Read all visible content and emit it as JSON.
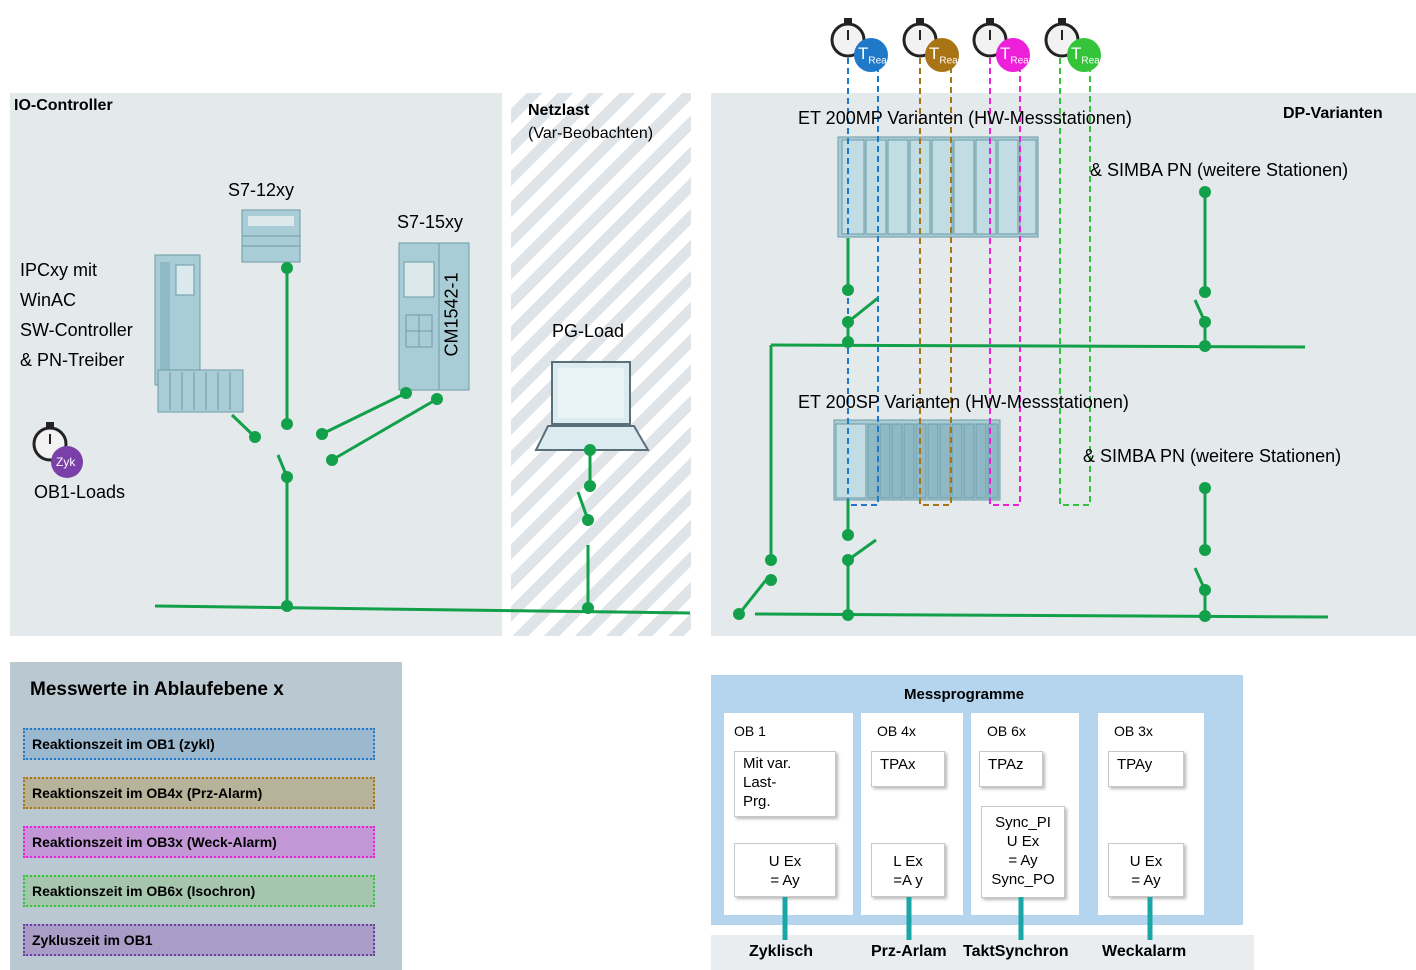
{
  "sections": {
    "io_controller": "IO-Controller",
    "netzlast_title": "Netzlast",
    "netzlast_sub": "(Var-Beobachten)",
    "dp_varianten": "DP-Varianten"
  },
  "devices": {
    "s7_12xy": "S7-12xy",
    "s7_15xy": "S7-15xy",
    "cm1542": "CM1542-1",
    "ipc_line1": "IPCxy mit",
    "ipc_line2": "WinAC",
    "ipc_line3": "SW-Controller",
    "ipc_line4": "& PN-Treiber",
    "ob1_loads": "OB1-Loads",
    "pg_load": "PG-Load",
    "et200mp": "ET 200MP Varianten (HW-Messstationen)",
    "et200sp": "ET 200SP Varianten (HW-Messstationen)",
    "simba1": "& SIMBA PN (weitere Stationen)",
    "simba2": "& SIMBA PN (weitere Stationen)"
  },
  "timers": [
    {
      "label": "T",
      "sub": "Rea",
      "color": "#1f78c8"
    },
    {
      "label": "T",
      "sub": "Rea",
      "color": "#a87414"
    },
    {
      "label": "T",
      "sub": "Rea",
      "color": "#ee1fd8"
    },
    {
      "label": "T",
      "sub": "Rea",
      "color": "#34c43a"
    }
  ],
  "zyk_badge": "Zyk",
  "legend": {
    "title": "Messwerte in Ablaufebene x",
    "items": [
      {
        "label": "Reaktionszeit im OB1 (zykl)",
        "bg": "#9cb8cf",
        "border": "#1f78c8"
      },
      {
        "label": "Reaktionszeit im OB4x (Prz-Alarm)",
        "bg": "#b7b39a",
        "border": "#a87414"
      },
      {
        "label": "Reaktionszeit im OB3x (Weck-Alarm)",
        "bg": "#c397d6",
        "border": "#ee1fd8"
      },
      {
        "label": "Reaktionszeit im OB6x (Isochron)",
        "bg": "#a5c6ad",
        "border": "#34c43a"
      },
      {
        "label": "Zykluszeit im OB1",
        "bg": "#a99cc6",
        "border": "#6a3fa0"
      }
    ]
  },
  "messprogramme": {
    "title": "Messprogramme",
    "obs": [
      {
        "title": "OB 1",
        "top": "Mit var.\nLast-\nPrg.",
        "bottom": "U Ex\n= Ay"
      },
      {
        "title": "OB 4x",
        "top": "TPAx",
        "bottom": "L Ex\n=A y"
      },
      {
        "title": "OB 6x",
        "top": "TPAz",
        "bottom": "Sync_PI\nU Ex\n= Ay\nSync_PO"
      },
      {
        "title": "OB 3x",
        "top": "TPAy",
        "bottom": "U Ex\n= Ay"
      }
    ],
    "levels": [
      "Zyklisch",
      "Prz-Arlam",
      "TaktSynchron",
      "Weckalarm"
    ]
  },
  "colors": {
    "network": "#13a04a",
    "device": "#a9cdd6",
    "panel": "#e4e9ec",
    "mess_bg": "#b5d4ee"
  }
}
